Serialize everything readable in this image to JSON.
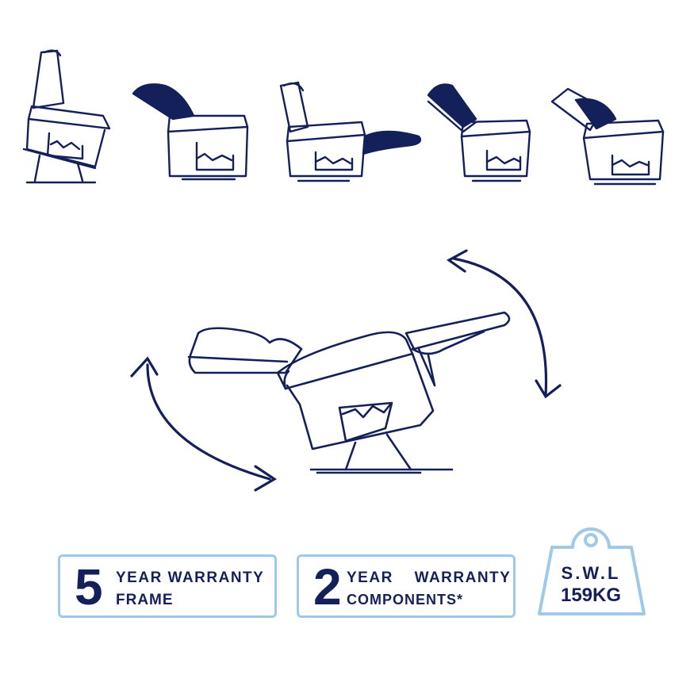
{
  "colors": {
    "navy": "#14205a",
    "badge_border": "#9ec9e8"
  },
  "icons": [
    "chair-position-upright-icon",
    "chair-position-back-recline-icon",
    "chair-position-footrest-icon",
    "chair-position-tilt-icon",
    "chair-position-full-recline-icon",
    "rotation-arrow-icon",
    "weight-icon"
  ],
  "warranty_frame": {
    "number": "5",
    "line1": "YEAR WARRANTY",
    "line2": "FRAME"
  },
  "warranty_components": {
    "number": "2",
    "line1": "YEAR WARRANTY",
    "line2": "COMPONENTS*"
  },
  "swl": {
    "line1": "S.W.L",
    "line2": "159KG"
  }
}
